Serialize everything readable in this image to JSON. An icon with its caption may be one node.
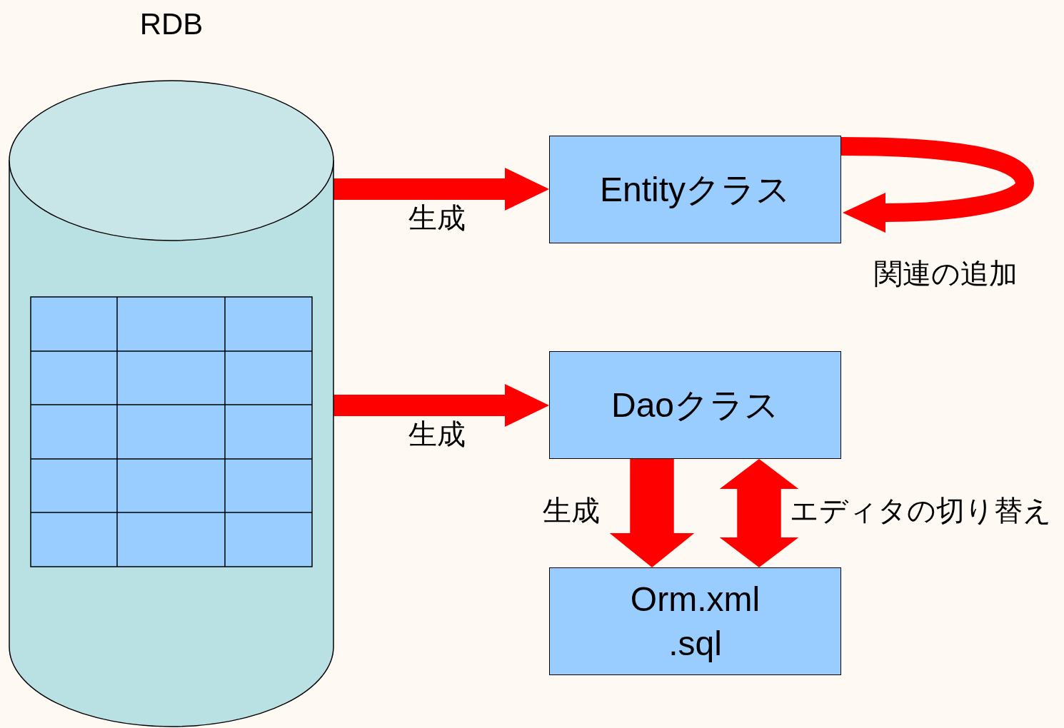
{
  "diagram": {
    "nodes": [
      {
        "text": [
          "RDB"
        ]
      },
      {
        "text": [
          "Entityクラス"
        ]
      },
      {
        "text": [
          "Daoクラス"
        ]
      },
      {
        "text": [
          "Orm.xml",
          ".sql"
        ]
      }
    ],
    "edges": [
      {
        "from": 0,
        "to": 1,
        "arrow": "to",
        "label": "生成"
      },
      {
        "from": 0,
        "to": 2,
        "arrow": "to",
        "label": "生成"
      },
      {
        "from": 2,
        "to": 3,
        "arrow": "to",
        "label": "生成",
        "style": "thick"
      },
      {
        "from": 2,
        "to": 3,
        "arrow": "both",
        "label": "エディタの切り替え",
        "style": "thick"
      },
      {
        "from": 1,
        "to": 1,
        "arrow": "to",
        "label": "関連の追加"
      }
    ]
  }
}
